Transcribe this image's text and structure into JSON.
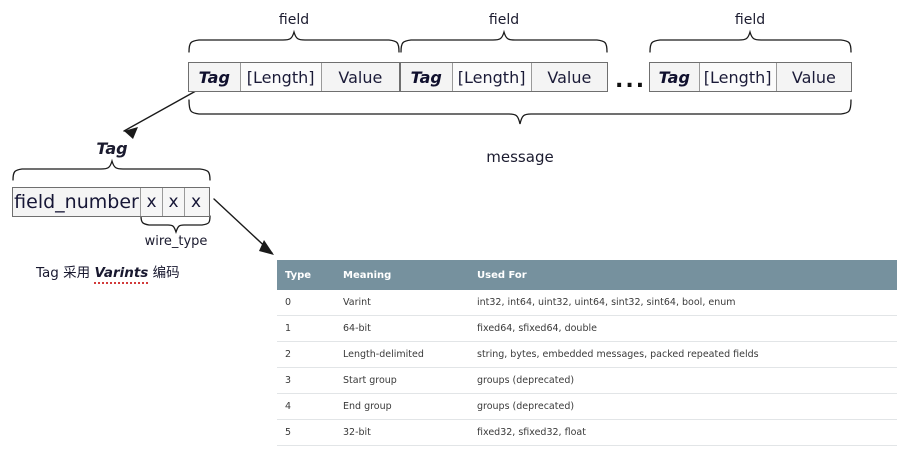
{
  "diagram": {
    "stream": {
      "field_label": "field",
      "message_label": "message",
      "ellipsis": "...",
      "fields": [
        {
          "tag": "Tag",
          "length": "[Length]",
          "value": "Value"
        },
        {
          "tag": "Tag",
          "length": "[Length]",
          "value": "Value"
        },
        {
          "tag": "Tag",
          "length": "[Length]",
          "value": "Value"
        }
      ]
    },
    "tag_detail": {
      "tag_label": "Tag",
      "field_number": "field_number",
      "bits": [
        "x",
        "x",
        "x"
      ],
      "wire_type_label": "wire_type"
    },
    "note": {
      "prefix": "Tag  采用",
      "emphasis": "Varints",
      "suffix": "编码"
    }
  },
  "table": {
    "headers": [
      "Type",
      "Meaning",
      "Used For"
    ],
    "rows": [
      {
        "type": "0",
        "meaning": "Varint",
        "used_for": "int32, int64, uint32, uint64, sint32, sint64, bool, enum"
      },
      {
        "type": "1",
        "meaning": "64-bit",
        "used_for": "fixed64, sfixed64, double"
      },
      {
        "type": "2",
        "meaning": "Length-delimited",
        "used_for": "string, bytes, embedded messages, packed repeated fields"
      },
      {
        "type": "3",
        "meaning": "Start group",
        "used_for": "groups (deprecated)"
      },
      {
        "type": "4",
        "meaning": "End group",
        "used_for": "groups (deprecated)"
      },
      {
        "type": "5",
        "meaning": "32-bit",
        "used_for": "fixed32, sfixed32, float"
      }
    ]
  },
  "colors": {
    "table_header_bg": "#76919e",
    "table_header_text": "#ffffff",
    "box_border": "#6f6f6f",
    "box_fill": "#f4f4f4",
    "ink": "#1b1b2f",
    "squiggle": "#d23b3b"
  }
}
